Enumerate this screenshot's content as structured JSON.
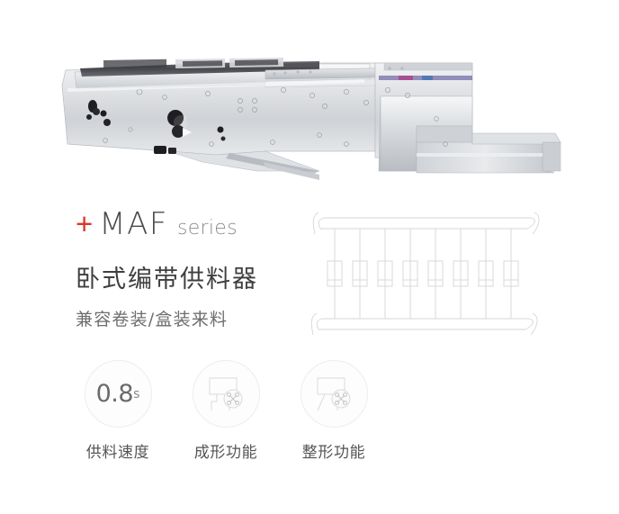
{
  "product": {
    "photo_alt": "horizontal-tape-feeder-machine",
    "photo_name": "MAF series horizontal tape feeder"
  },
  "heading": {
    "plus": "+",
    "series_code": "MAF",
    "series_word": "series",
    "title": "卧式编带供料器",
    "subtitle": "兼容卷装/盒装来料"
  },
  "diagram": {
    "name": "taped-components-schematic",
    "component_count": 8,
    "rail_count": 2,
    "description": "轴向编带元件示意图"
  },
  "features": [
    {
      "icon": "speed-value",
      "value": "0.8",
      "unit": "s",
      "label": "供料速度"
    },
    {
      "icon": "forming-icon",
      "value": "",
      "unit": "",
      "label": "成形功能"
    },
    {
      "icon": "reshaping-icon",
      "value": "",
      "unit": "",
      "label": "整形功能"
    }
  ],
  "colors": {
    "accent_red": "#d9382c",
    "heading_gray": "#3f3f3f",
    "body_gray": "#6e6e6e",
    "line_gray": "#d8d8d8",
    "background": "#ffffff"
  }
}
